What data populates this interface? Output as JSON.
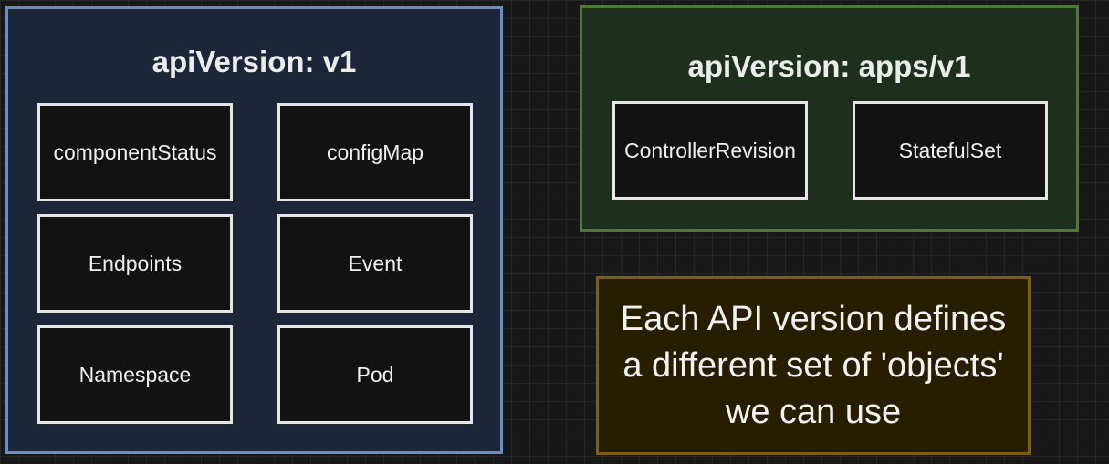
{
  "groups": {
    "v1": {
      "title": "apiVersion: v1",
      "objects": [
        "componentStatus",
        "configMap",
        "Endpoints",
        "Event",
        "Namespace",
        "Pod"
      ]
    },
    "apps": {
      "title": "apiVersion: apps/v1",
      "objects": [
        "ControllerRevision",
        "StatefulSet"
      ]
    }
  },
  "note": {
    "lines": [
      "Each API version defines",
      "a different set of 'objects'",
      "we can use"
    ]
  },
  "colors": {
    "canvas_background": "#181818",
    "v1_fill": "#1d2638",
    "v1_border": "#6c8ebf",
    "apps_fill": "#1f2f1e",
    "apps_border": "#4e7a36",
    "note_fill": "#271d00",
    "note_border": "#7d5f0f",
    "object_fill": "#121212",
    "object_border": "#e6e6e6"
  }
}
